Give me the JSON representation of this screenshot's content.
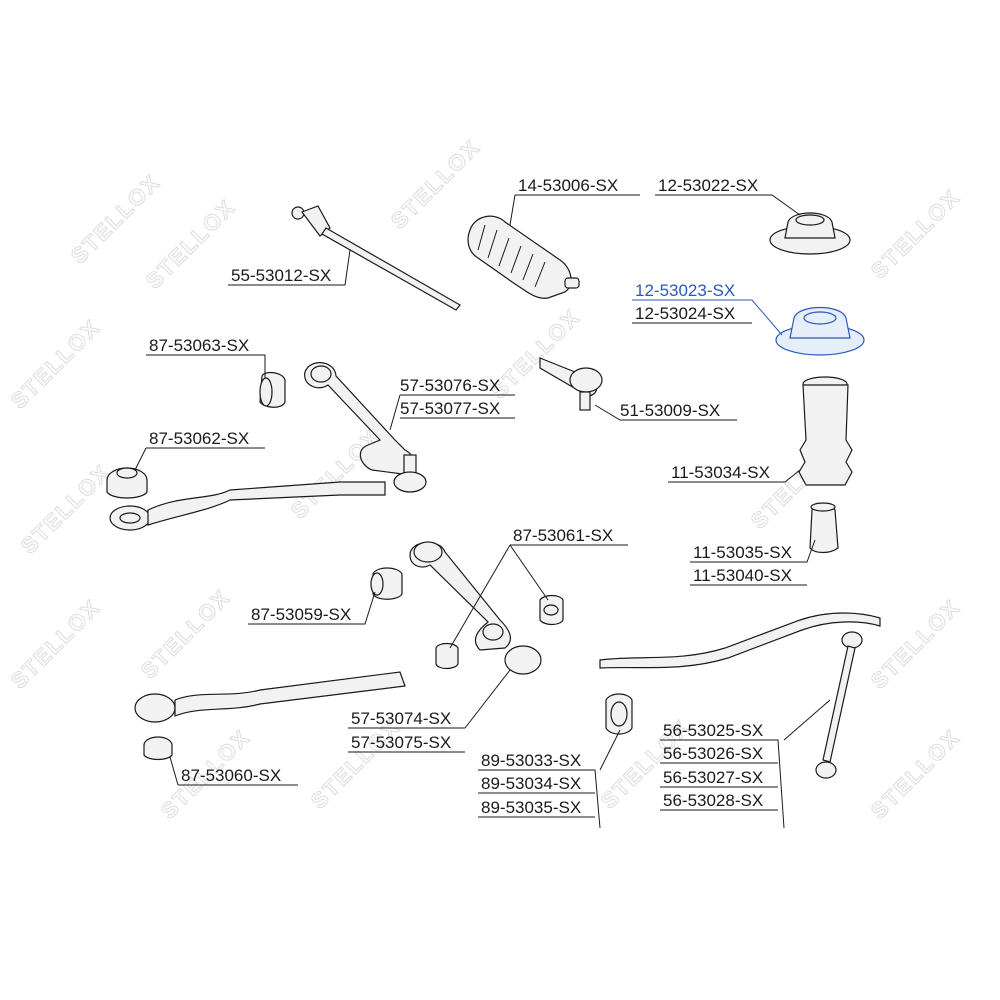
{
  "watermark": "STELLOX",
  "colors": {
    "highlight": "#2a5ab8",
    "ink": "#1a1a1a",
    "watermark": "#dcdcdc"
  },
  "labels": {
    "p14_53006": "14-53006-SX",
    "p12_53022": "12-53022-SX",
    "p55_53012": "55-53012-SX",
    "p12_53023": "12-53023-SX",
    "p12_53024": "12-53024-SX",
    "p87_53063": "87-53063-SX",
    "p57_53076": "57-53076-SX",
    "p57_53077": "57-53077-SX",
    "p51_53009": "51-53009-SX",
    "p87_53062": "87-53062-SX",
    "p11_53034": "11-53034-SX",
    "p87_53061": "87-53061-SX",
    "p11_53035": "11-53035-SX",
    "p11_53040": "11-53040-SX",
    "p87_53059": "87-53059-SX",
    "p57_53074": "57-53074-SX",
    "p57_53075": "57-53075-SX",
    "p89_53033": "89-53033-SX",
    "p89_53034": "89-53034-SX",
    "p89_53035": "89-53035-SX",
    "p56_53025": "56-53025-SX",
    "p56_53026": "56-53026-SX",
    "p56_53027": "56-53027-SX",
    "p56_53028": "56-53028-SX",
    "p87_53060": "87-53060-SX"
  }
}
